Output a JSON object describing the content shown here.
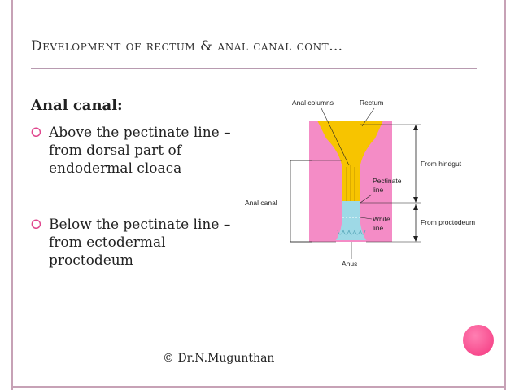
{
  "slide": {
    "title": "Development of rectum & anal canal cont…",
    "heading": "Anal canal:",
    "bullets": [
      {
        "icon": "circle-bullet-icon",
        "text": "Above the pectinate line – from dorsal part of endodermal cloaca"
      },
      {
        "icon": "circle-bullet-icon",
        "text": "Below the pectinate line – from ectodermal proctodeum"
      }
    ],
    "footer": "© Dr.N.Mugunthan"
  },
  "figure": {
    "labels": {
      "anal_columns": "Anal columns",
      "rectum": "Rectum",
      "pectinate_1": "Pectinate",
      "pectinate_2": "line",
      "white_1": "White",
      "white_2": "line",
      "anal_canal": "Anal canal",
      "anus": "Anus",
      "from_hindgut": "From hindgut",
      "from_proctodeum": "From proctodeum"
    }
  },
  "colors": {
    "accent": "#e0478e",
    "border": "#c7a2b6",
    "endoderm": "#f7c400",
    "ectoderm": "#9ed9e6",
    "tissue": "#f48cc6"
  }
}
